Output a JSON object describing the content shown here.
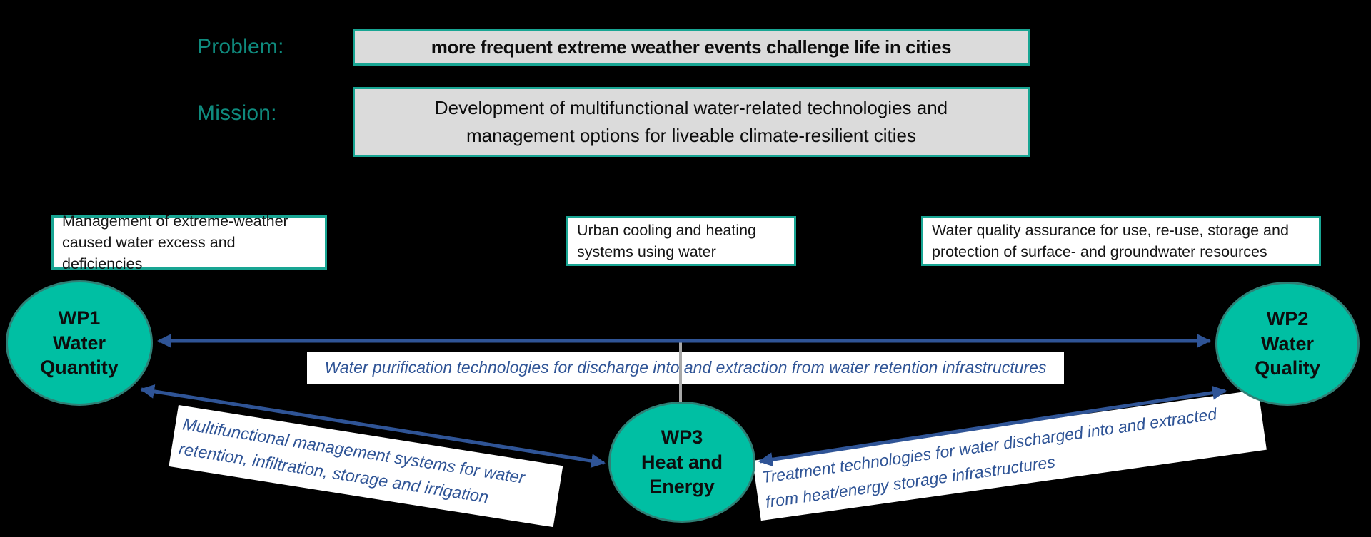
{
  "palette": {
    "background": "#000000",
    "ellipse_fill": "#00BFA3",
    "ellipse_border": "#2F8076",
    "heading_teal": "#0F8B7E",
    "box_border_teal": "#18A593",
    "statement_box_fill": "#DBDBDB",
    "topic_box_fill": "#FFFFFF",
    "arrow_blue": "#2F5496",
    "link_text_blue": "#2F5496",
    "connector_gray": "#A8A8A8",
    "text_black": "#0D0D0D"
  },
  "header": {
    "problem": {
      "label": "Problem:",
      "statement": "more frequent extreme weather events challenge life in cities"
    },
    "mission": {
      "label": "Mission:",
      "statement": "Development of multifunctional water-related technologies and management options for liveable climate-resilient cities"
    }
  },
  "topics": {
    "wp1": "Management of extreme-weather caused water excess and deficiencies",
    "wp3": "Urban cooling and heating systems using water",
    "wp2": "Water quality assurance for use, re-use, storage and protection of surface- and groundwater resources"
  },
  "work_packages": {
    "wp1": {
      "id": "WP1",
      "name_line1": "Water",
      "name_line2": "Quantity"
    },
    "wp2": {
      "id": "WP2",
      "name_line1": "Water",
      "name_line2": "Quality"
    },
    "wp3": {
      "id": "WP3",
      "name_line1": "Heat and",
      "name_line2": "Energy"
    }
  },
  "links": {
    "wp1_wp2": "Water purification technologies for discharge into and extraction from water retention infrastructures",
    "wp1_wp3": "Multifunctional management systems for water retention, infiltration, storage and irrigation",
    "wp3_wp2": "Treatment technologies for water discharged into and extracted from heat/energy storage infrastructures"
  }
}
